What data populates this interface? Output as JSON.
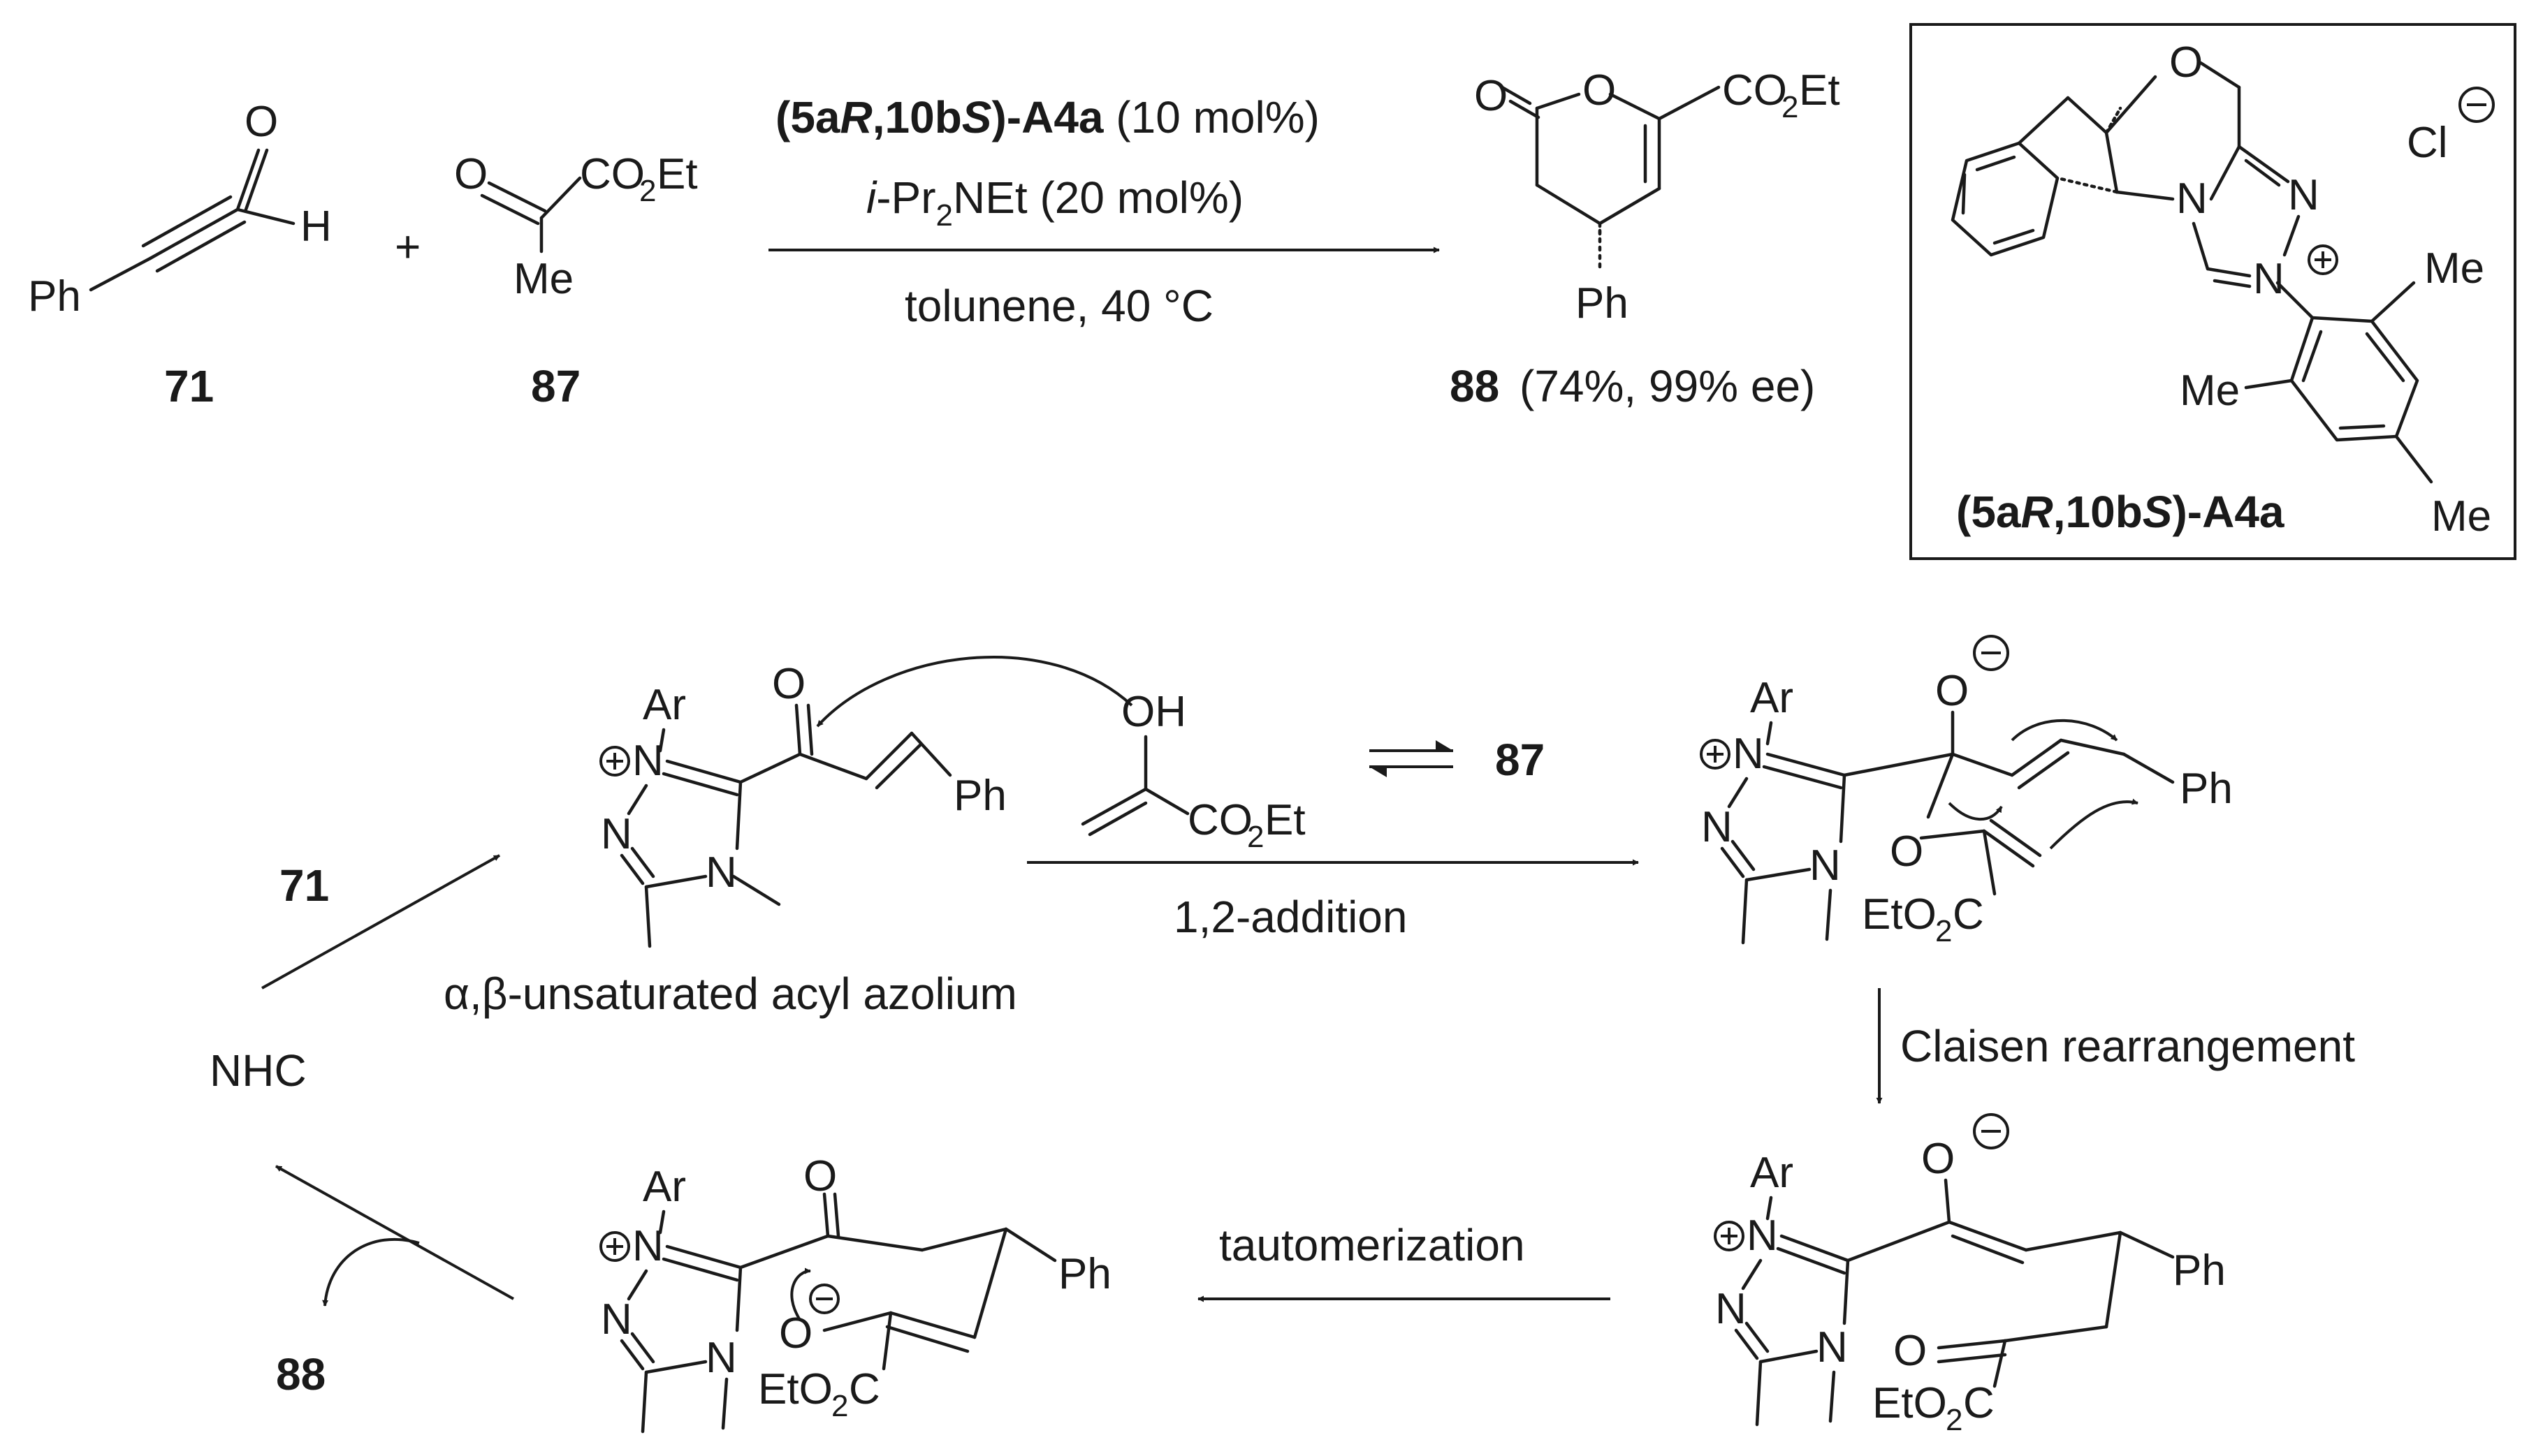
{
  "reaction": {
    "catalyst_name": "(5aR,10bS)-A4a",
    "catalyst_loading": "(10 mol%)",
    "base": "i-Pr2NEt (20 mol%)",
    "conditions": "tolunene, 40 °C"
  },
  "compounds": {
    "c71": "71",
    "c87": "87",
    "c88": "88",
    "c88_yield": "(74%, 99% ee)",
    "catalyst": "(5aR,10bS)-A4a",
    "counterion": "Cl"
  },
  "mechanism": {
    "acyl_azolium": "α,β-unsaturated acyl azolium",
    "addition": "1,2-addition",
    "claisen": "Claisen rearrangement",
    "tautomerization": "tautomerization",
    "nhc": "NHC",
    "entry_71": "71",
    "exit_88": "88",
    "enol_equilibrium_87": "87"
  },
  "atoms": {
    "O": "O",
    "H": "H",
    "OH": "OH",
    "N": "N",
    "Ph": "Ph",
    "Me": "Me",
    "Ar": "Ar",
    "Et": "Et",
    "CO": "CO",
    "EtO": "EtO",
    "C": "C",
    "two": "2",
    "plus": "+"
  }
}
